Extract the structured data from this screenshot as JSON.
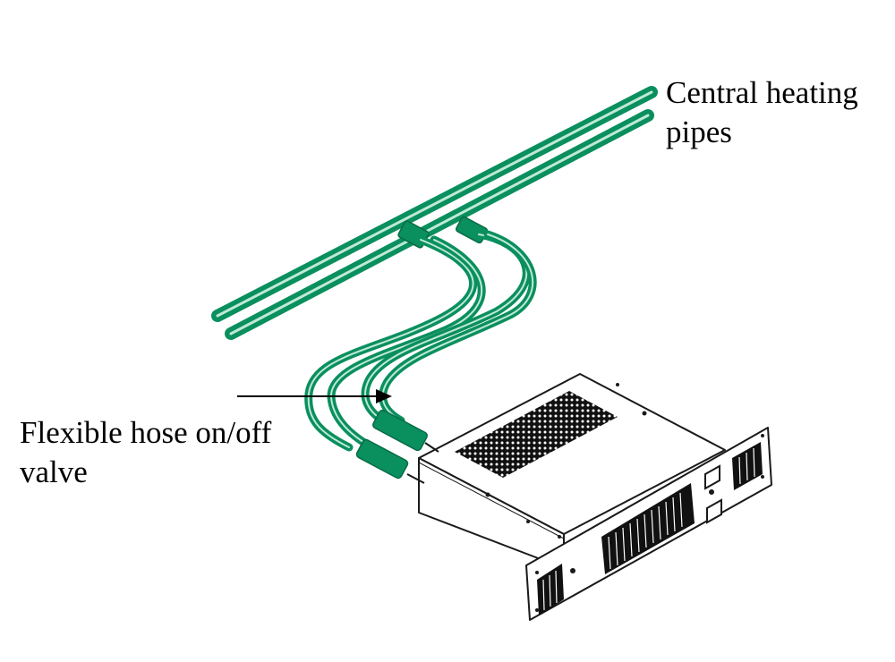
{
  "labels": {
    "pipes_line1": "Central heating",
    "pipes_line2": "pipes",
    "valve_line1": "Flexible hose on/off",
    "valve_line2": "valve"
  },
  "colors": {
    "pipe_green": "#0a8f5f",
    "pipe_highlight": "#bfe9d6",
    "outline": "#1a1a1a",
    "vent": "#111111",
    "background": "#ffffff"
  }
}
